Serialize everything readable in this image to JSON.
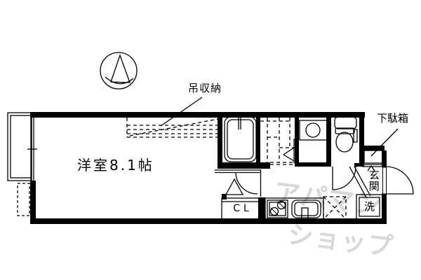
{
  "plan": {
    "type": "japanese-apartment-floor-plan",
    "room_label": "洋室8.1帖",
    "hanging_storage_label": "吊収納",
    "shoe_cabinet_label": "下駄箱",
    "entrance_label": "玄関",
    "closet_label": "CL",
    "washing_machine_label": "洗"
  },
  "watermark": {
    "line1": "アパマン",
    "line2": "ショップ",
    "color": "#d8d8d8"
  },
  "icons": {
    "compass": "north-arrow-compass",
    "bathtub": "bathtub-symbol",
    "toilet": "toilet-symbol",
    "washbasin": "washbasin-symbol",
    "stove": "two-burner-stove-symbol",
    "sink": "kitchen-sink-symbol",
    "refrigerator": "refrigerator-space-dashed-x",
    "window": "sliding-window-symbol",
    "balcony": "balcony-outline"
  },
  "colors": {
    "line": "#000000",
    "background": "#ffffff"
  }
}
